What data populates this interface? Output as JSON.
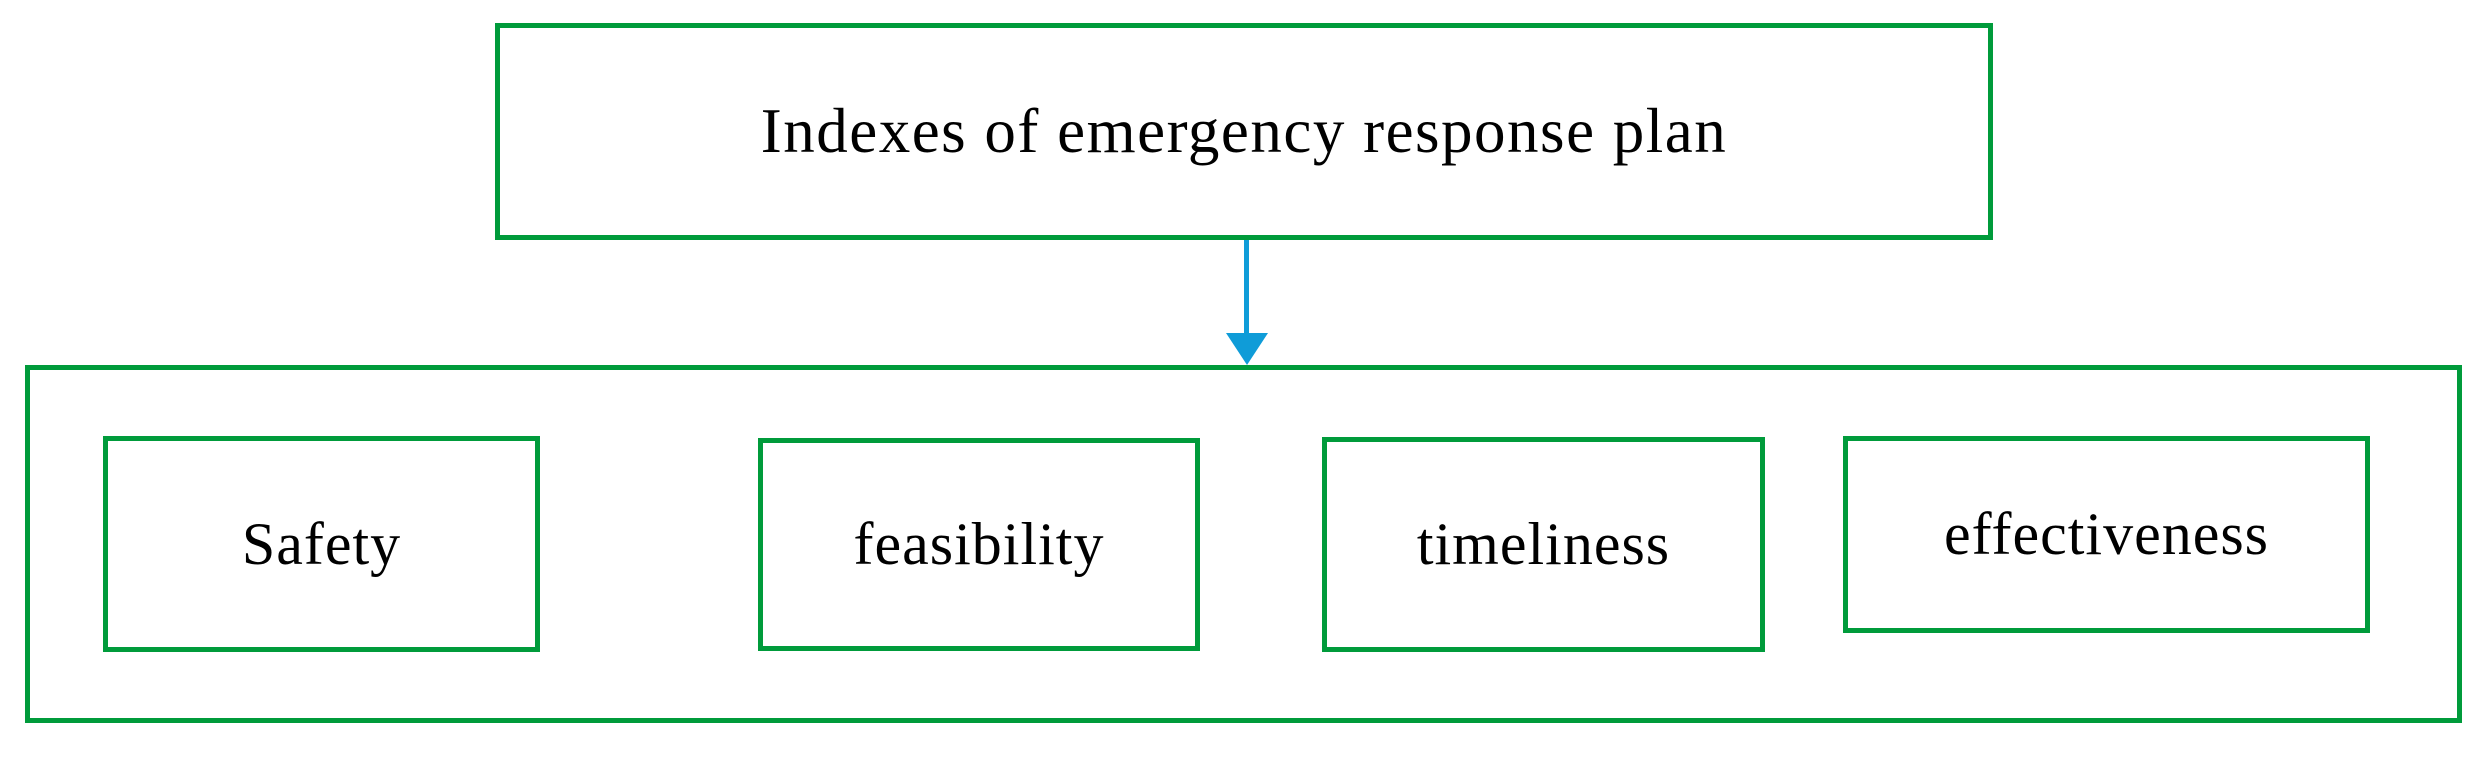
{
  "figure": {
    "title_box": {
      "label": "Indexes of emergency response plan"
    },
    "connector": {
      "type": "arrow-down"
    },
    "group_box": {
      "items": [
        {
          "label": "Safety"
        },
        {
          "label": "feasibility"
        },
        {
          "label": "timeliness"
        },
        {
          "label": "effectiveness"
        }
      ]
    },
    "colors": {
      "border_green": "#009B3B",
      "arrow_blue": "#0F9CD8",
      "text": "#000000",
      "background": "#FFFFFF"
    }
  }
}
